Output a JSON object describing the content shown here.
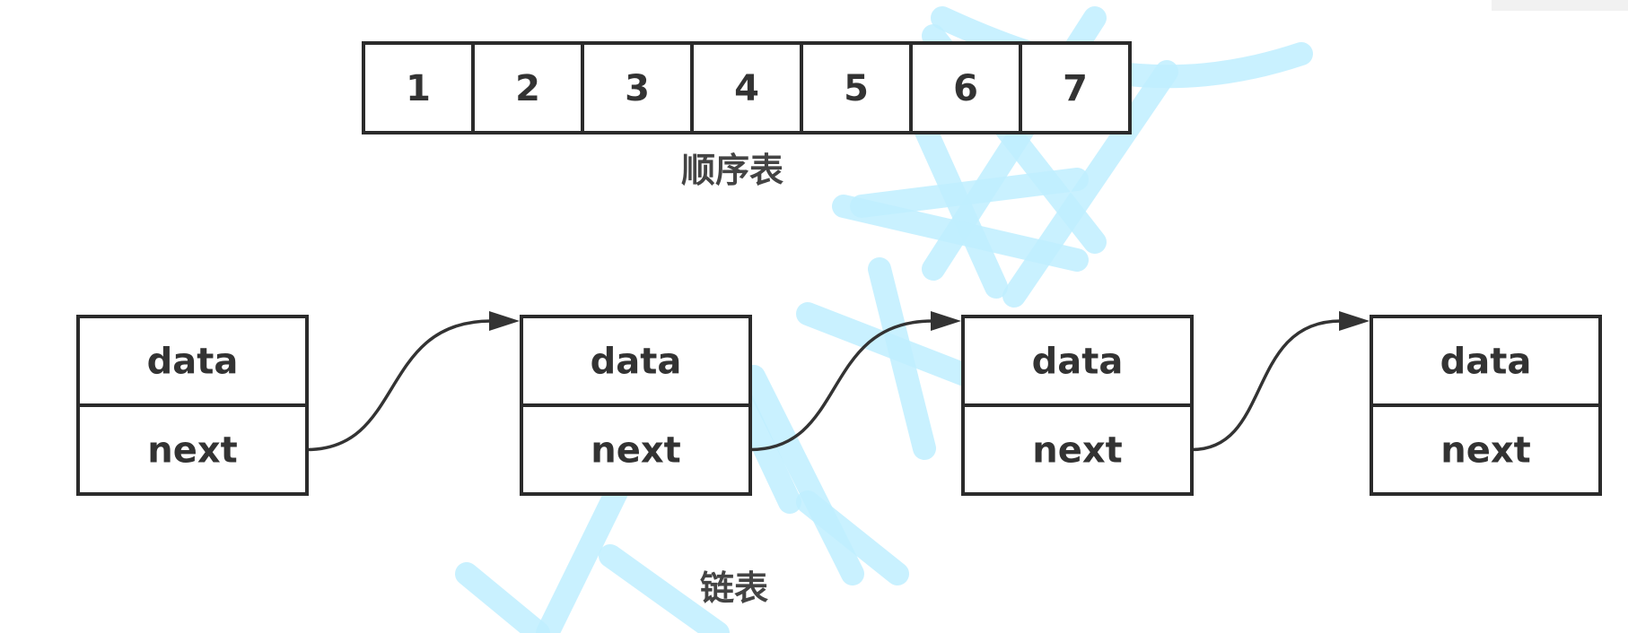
{
  "colors": {
    "background": "#ffffff",
    "stroke": "#2b2b2b",
    "text": "#333333",
    "watermark": "#bfefff"
  },
  "sequential_list": {
    "cells": [
      "1",
      "2",
      "3",
      "4",
      "5",
      "6",
      "7"
    ],
    "caption": "顺序表"
  },
  "linked_list": {
    "nodes": [
      {
        "data_label": "data",
        "next_label": "next"
      },
      {
        "data_label": "data",
        "next_label": "next"
      },
      {
        "data_label": "data",
        "next_label": "next"
      },
      {
        "data_label": "data",
        "next_label": "next"
      }
    ],
    "caption": "链表"
  }
}
